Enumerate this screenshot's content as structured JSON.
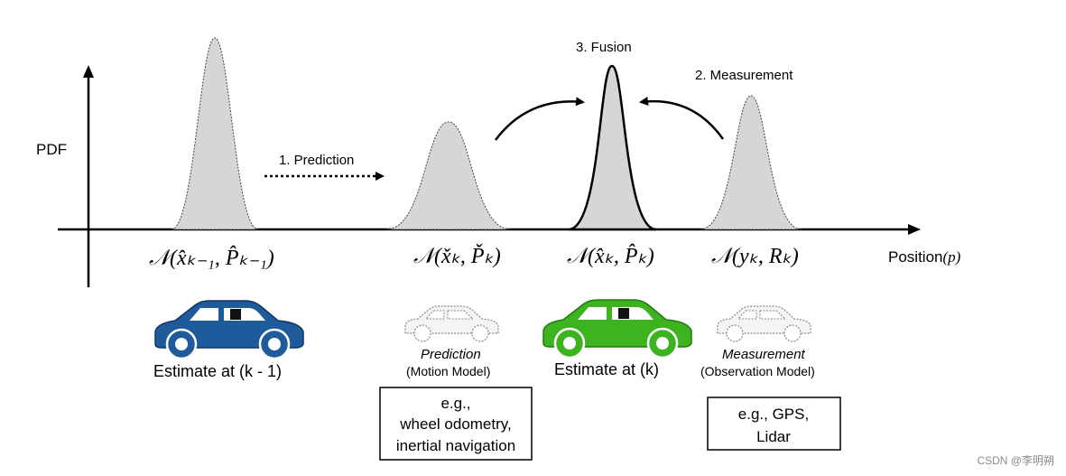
{
  "axis": {
    "y_label": "PDF",
    "x_label": "Position",
    "x_label_var": "(p)"
  },
  "steps": {
    "prediction": "1. Prediction",
    "measurement": "2. Measurement",
    "fusion": "3. Fusion"
  },
  "distributions": {
    "prior": "𝒩(x̂ₖ₋₁, P̂ₖ₋₁)",
    "predicted": "𝒩(x̌ₖ, P̌ₖ)",
    "fused": "𝒩(x̂ₖ, P̂ₖ)",
    "measurement": "𝒩(yₖ, Rₖ)"
  },
  "cars": {
    "prior": {
      "caption": "Estimate at (k - 1)",
      "color": "#1f5a9a"
    },
    "prediction": {
      "caption_italic": "Prediction",
      "caption": "(Motion Model)"
    },
    "fused": {
      "caption": "Estimate at (k)",
      "color": "#3db31f"
    },
    "measurement": {
      "caption_italic": "Measurement",
      "caption": "(Observation Model)"
    }
  },
  "boxes": {
    "prediction": [
      "e.g.,",
      "wheel odometry,",
      "inertial navigation"
    ],
    "measurement": [
      "e.g., GPS,",
      "Lidar"
    ]
  },
  "watermark": "CSDN @李明朔"
}
